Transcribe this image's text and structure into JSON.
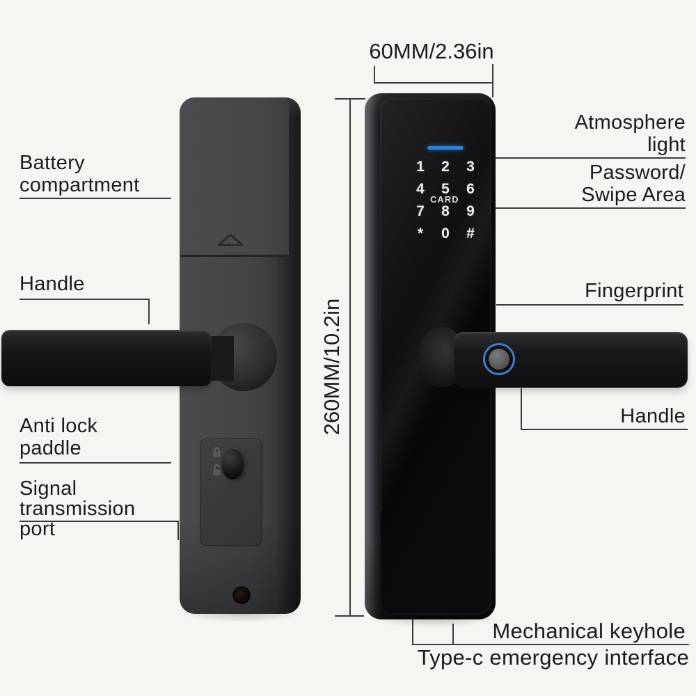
{
  "annotations": {
    "battery": "Battery\ncompartment",
    "handle_left": "Handle",
    "anti_lock": "Anti lock\npaddle",
    "signal_port": "Signal\ntransmission\nport",
    "atmosphere": "Atmosphere\nlight",
    "password": "Password/\nSwipe Area",
    "fingerprint": "Fingerprint",
    "handle_right": "Handle",
    "keyhole": "Mechanical keyhole",
    "typec": "Type-c emergency interface"
  },
  "dimensions": {
    "width_label": "60MM/2.36in",
    "height_label": "260MM/10.2in"
  },
  "keypad": {
    "rows": [
      [
        "1",
        "2",
        "3"
      ],
      [
        "4",
        "5",
        "6"
      ],
      [
        "7",
        "8",
        "9"
      ],
      [
        "*",
        "0",
        "#"
      ]
    ],
    "card_label": "CARD"
  },
  "colors": {
    "background": "#f6f5f2",
    "text": "#1b1b1b",
    "callout_line": "#3c3c3c",
    "atmosphere_light_blue": "#2e7fd6",
    "fingerprint_ring_blue": "#3f7cc9",
    "lock_body_dark": "#0b0b0d",
    "lock_body_gray": "#434346"
  }
}
